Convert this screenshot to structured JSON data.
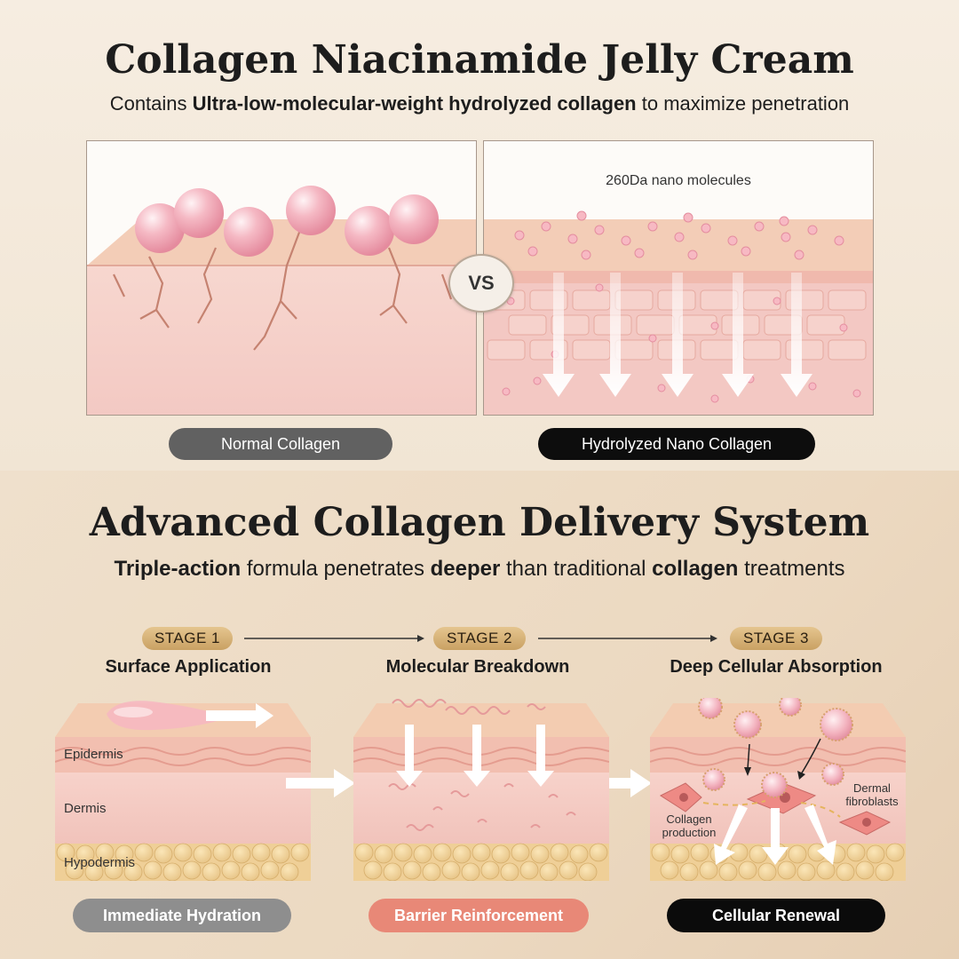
{
  "top": {
    "title": "Collagen Niacinamide Jelly Cream",
    "subtitle_pre": "Contains ",
    "subtitle_bold": "Ultra-low-molecular-weight hydrolyzed collagen",
    "subtitle_post": " to maximize penetration",
    "vs_label": "VS",
    "nano_label": "260Da nano molecules",
    "left_pill": "Normal Collagen",
    "right_pill": "Hydrolyzed Nano Collagen"
  },
  "bottom": {
    "title": "Advanced Collagen Delivery System",
    "subtitle_parts": [
      {
        "text": "Triple-action",
        "bold": true
      },
      {
        "text": " formula penetrates ",
        "bold": false
      },
      {
        "text": "deeper",
        "bold": true
      },
      {
        "text": " than traditional ",
        "bold": false
      },
      {
        "text": "collagen",
        "bold": true
      },
      {
        "text": " treatments",
        "bold": false
      }
    ],
    "stages": [
      {
        "badge": "STAGE 1",
        "title": "Surface Application",
        "result": "Immediate Hydration"
      },
      {
        "badge": "STAGE 2",
        "title": "Molecular Breakdown",
        "result": "Barrier Reinforcement"
      },
      {
        "badge": "STAGE 3",
        "title": "Deep Cellular Absorption",
        "result": "Cellular Renewal"
      }
    ],
    "layers": [
      "Epidermis",
      "Dermis",
      "Hypodermis"
    ],
    "stage3_labels": {
      "collagen": "Collagen\nproduction",
      "fibroblasts": "Dermal\nfibroblasts"
    }
  },
  "colors": {
    "skin_pink": "#f5cfc8",
    "collagen_ball": "#f2a8b6",
    "gold_badge": "#d8b277",
    "coral_pill": "#e88877"
  }
}
